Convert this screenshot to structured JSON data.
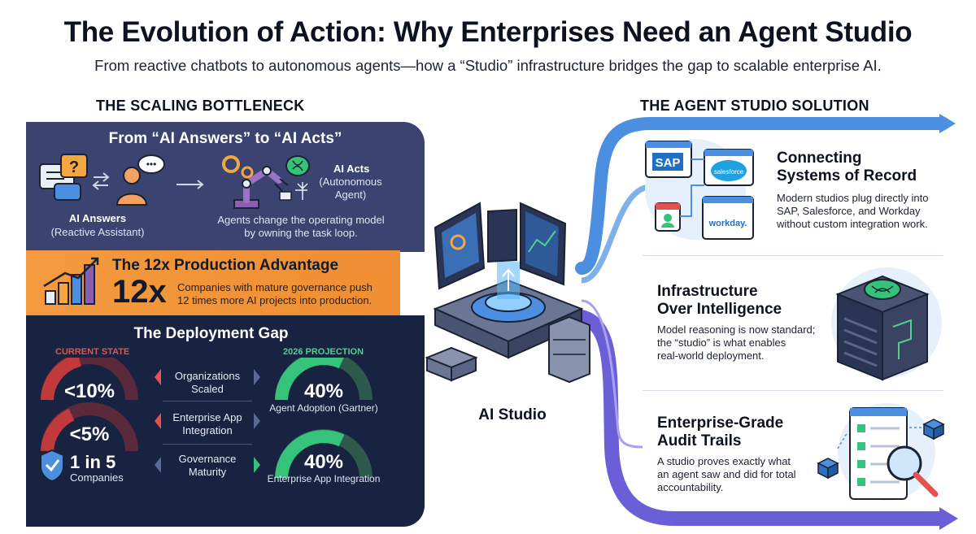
{
  "header": {
    "title": "The Evolution of Action: Why Enterprises Need an Agent Studio",
    "subtitle": "From reactive chatbots to autonomous agents—how a “Studio” infrastructure bridges the gap to scalable enterprise AI."
  },
  "left": {
    "heading": "THE SCALING BOTTLENECK",
    "evolution": {
      "title": "From “AI Answers” to “AI Acts”",
      "answers_title": "AI Answers",
      "answers_sub": "(Reactive Assistant)",
      "acts_title": "AI Acts",
      "acts_sub_1": "(Autonomous",
      "acts_sub_2": "Agent)",
      "caption_1": "Agents change the operating model",
      "caption_2": "by owning the task loop.",
      "question_glyph": "?",
      "bubble_glyph": "•••"
    },
    "advantage": {
      "title": "The 12x Production Advantage",
      "big": "12x",
      "desc_1": "Companies with mature governance push",
      "desc_2": "12 times more AI projects into production."
    },
    "gap": {
      "title": "The Deployment Gap",
      "current_label": "CURRENT STATE",
      "projection_label": "2026 PROJECTION",
      "rows": [
        {
          "current": "<10%",
          "label_1": "Organizations",
          "label_2": "Scaled",
          "projection": "40%",
          "projection_caption": "Agent Adoption (Gartner)"
        },
        {
          "current": "<5%",
          "label_1": "Enterprise App",
          "label_2": "Integration",
          "projection": "",
          "projection_caption": ""
        },
        {
          "current": "1 in 5",
          "current_sub": "Companies",
          "label_1": "Governance",
          "label_2": "Maturity",
          "projection": "40%",
          "projection_caption": "Enterprise App Integration"
        }
      ]
    }
  },
  "center": {
    "label": "AI Studio"
  },
  "right": {
    "heading": "THE AGENT STUDIO SOLUTION",
    "cards": [
      {
        "title_1": "Connecting",
        "title_2": "Systems of Record",
        "desc_1": "Modern studios plug directly into",
        "desc_2": "SAP, Salesforce, and Workday",
        "desc_3": "without custom integration work.",
        "logos": [
          "SAP",
          "salesforce",
          "workday."
        ]
      },
      {
        "title_1": "Infrastructure",
        "title_2": "Over Intelligence",
        "desc_1": "Model reasoning is now standard;",
        "desc_2": "the “studio” is what enables",
        "desc_3": "real-world deployment."
      },
      {
        "title_1": "Enterprise-Grade",
        "title_2": "Audit Trails",
        "desc_1": "A studio proves exactly what",
        "desc_2": "an agent saw and did for total",
        "desc_3": "accountability."
      }
    ]
  },
  "colors": {
    "panel_top": "#3b4471",
    "panel_bottom": "#182341",
    "orange": "#f49a3e",
    "red_gauge": "#c0393b",
    "green_gauge": "#35c27a",
    "blue_flow": "#4c8fe0",
    "purple_flow": "#6b5fd8"
  }
}
